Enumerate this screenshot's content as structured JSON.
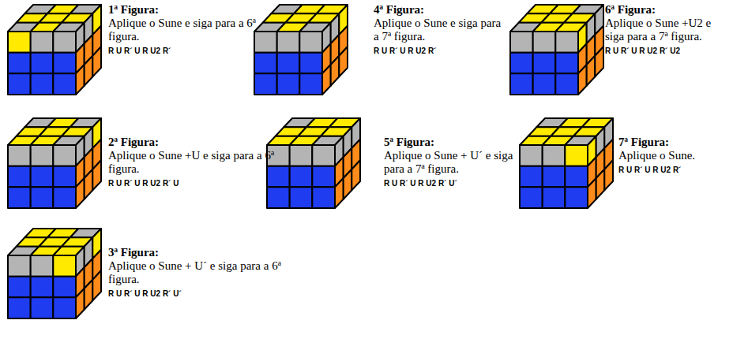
{
  "diagram": {
    "labels": [
      "1ª Figura:",
      "Aplique o Sune e siga para a 6ª figura.",
      "R U R´ U R U2 R´",
      "4ª Figura:",
      "Aplique o Sune e siga para a 7ª figura.",
      "R U R´ U R U2 R´",
      "6ª Figura:",
      "Aplique o Sune +U2 e siga para a 7ª figura.",
      "R U R´ U R U2 R´ U2",
      "2ª Figura:",
      "Aplique o Sune +U e siga para a 6ª figura.",
      "R U R´ U R U2 R´ U",
      "5ª Figura:",
      "Aplique o Sune + U´ e siga para a 7ª figura.",
      "R U R´ U R U2 R´ U´",
      "7ª Figura:",
      "Aplique o Sune.",
      "R U R´ U R U2 R´",
      "3ª Figura:",
      "Aplique o Sune + U´ e siga para a 6ª figura.",
      "R U R´ U R U2 R´ U´"
    ]
  }
}
